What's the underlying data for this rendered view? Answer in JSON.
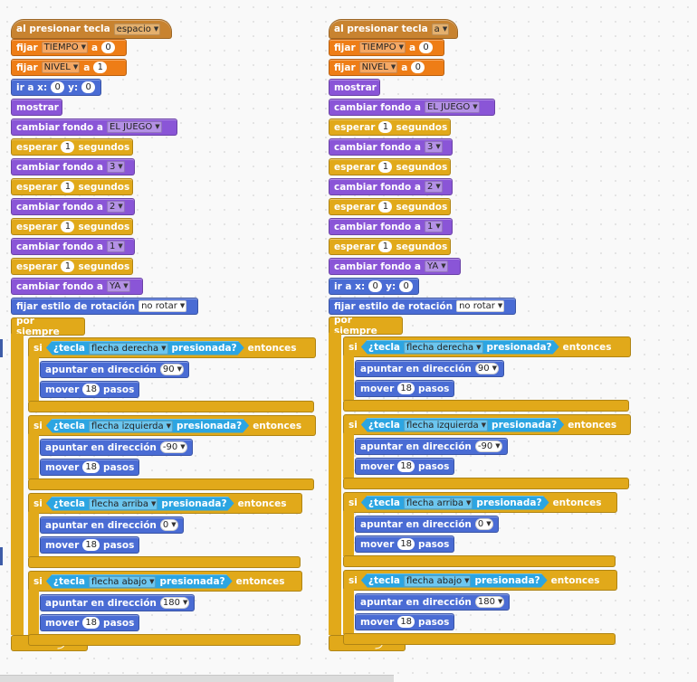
{
  "colors": {
    "event": "#c88330",
    "data": "#ee7d16",
    "motion": "#4a6cd4",
    "looks": "#8a55d7",
    "control": "#e1a91a",
    "sensing": "#2ca5e2"
  },
  "scripts": [
    {
      "id": "left",
      "when_key": {
        "label": "al presionar tecla",
        "key": "espacio"
      },
      "set_time": {
        "label": "fijar",
        "var": "TIEMPO",
        "a": "a",
        "val": "0"
      },
      "set_level": {
        "label": "fijar",
        "var": "NIVEL",
        "a": "a",
        "val": "1"
      },
      "goto": {
        "label": "ir a x:",
        "x": "0",
        "ylabel": "y:",
        "y": "0"
      },
      "show": {
        "label": "mostrar"
      },
      "backdrops": [
        {
          "label": "cambiar fondo a",
          "val": "EL JUEGO"
        },
        {
          "label": "cambiar fondo a",
          "val": "3"
        },
        {
          "label": "cambiar fondo a",
          "val": "2"
        },
        {
          "label": "cambiar fondo a",
          "val": "1"
        },
        {
          "label": "cambiar fondo a",
          "val": "YA"
        }
      ],
      "wait": {
        "label": "esperar",
        "val": "1",
        "unit": "segundos"
      },
      "rotation": {
        "label": "fijar estilo de rotación",
        "val": "no rotar"
      },
      "forever": {
        "label": "por siempre"
      }
    },
    {
      "id": "right",
      "when_key": {
        "label": "al presionar tecla",
        "key": "a"
      },
      "set_time": {
        "label": "fijar",
        "var": "TIEMPO",
        "a": "a",
        "val": "0"
      },
      "set_level": {
        "label": "fijar",
        "var": "NIVEL",
        "a": "a",
        "val": "0"
      },
      "goto": {
        "label": "ir a x:",
        "x": "0",
        "ylabel": "y:",
        "y": "0"
      },
      "show": {
        "label": "mostrar"
      },
      "backdrops": [
        {
          "label": "cambiar fondo a",
          "val": "EL JUEGO"
        },
        {
          "label": "cambiar fondo a",
          "val": "3"
        },
        {
          "label": "cambiar fondo a",
          "val": "2"
        },
        {
          "label": "cambiar fondo a",
          "val": "1"
        },
        {
          "label": "cambiar fondo a",
          "val": "YA"
        }
      ],
      "wait": {
        "label": "esperar",
        "val": "1",
        "unit": "segundos"
      },
      "rotation": {
        "label": "fijar estilo de rotación",
        "val": "no rotar"
      },
      "forever": {
        "label": "por siempre"
      }
    }
  ],
  "if_blocks": [
    {
      "si": "si",
      "q": "¿tecla",
      "key": "flecha derecha",
      "pressed": "presionada?",
      "then": "entonces",
      "point": "apuntar en dirección",
      "dir": "90",
      "move": "mover",
      "steps": "18",
      "pasos": "pasos"
    },
    {
      "si": "si",
      "q": "¿tecla",
      "key": "flecha izquierda",
      "pressed": "presionada?",
      "then": "entonces",
      "point": "apuntar en dirección",
      "dir": "-90",
      "move": "mover",
      "steps": "18",
      "pasos": "pasos"
    },
    {
      "si": "si",
      "q": "¿tecla",
      "key": "flecha arriba",
      "pressed": "presionada?",
      "then": "entonces",
      "point": "apuntar en dirección",
      "dir": "0",
      "move": "mover",
      "steps": "18",
      "pasos": "pasos"
    },
    {
      "si": "si",
      "q": "¿tecla",
      "key": "flecha abajo",
      "pressed": "presionada?",
      "then": "entonces",
      "point": "apuntar en dirección",
      "dir": "180",
      "move": "mover",
      "steps": "18",
      "pasos": "pasos"
    }
  ],
  "icons": {
    "dropdown": "triangle-down-icon",
    "loop": "loop-arrow-icon"
  }
}
